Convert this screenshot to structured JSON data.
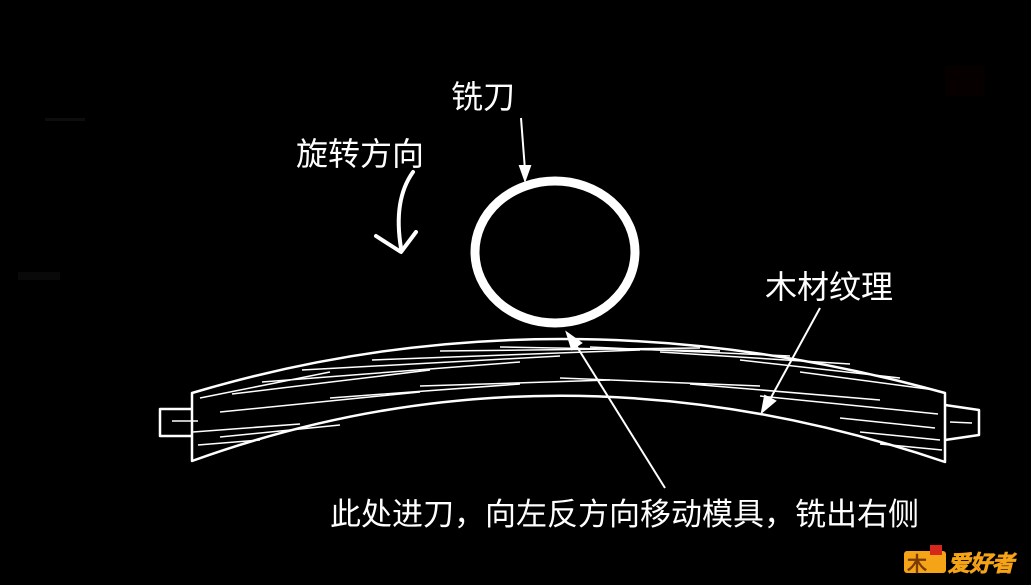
{
  "labels": {
    "cutter": "铣刀",
    "rotation": "旋转方向",
    "grain": "木材纹理",
    "instruction": "此处进刀，向左反方向移动模具，铣出右侧"
  },
  "logo": {
    "text": "爱好者",
    "mark": "木"
  },
  "colors": {
    "background": "#000000",
    "stroke": "#ffffff",
    "logo_orange": "#f5a317",
    "logo_red": "#d7261c"
  }
}
